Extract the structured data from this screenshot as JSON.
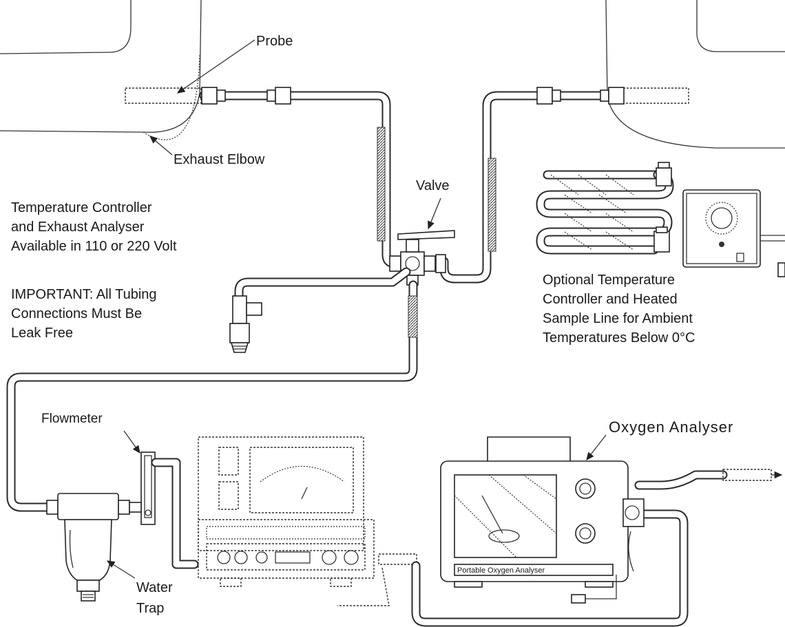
{
  "labels": {
    "probe": "Probe",
    "exhaust_elbow": "Exhaust Elbow",
    "valve": "Valve",
    "power_note": [
      "Temperature Controller",
      "and Exhaust Analyser",
      "Available in 110 or 220 Volt"
    ],
    "important_note": [
      "IMPORTANT: All Tubing",
      "Connections Must Be",
      "Leak Free"
    ],
    "optional_note": [
      "Optional Temperature",
      "Controller and Heated",
      "Sample Line for Ambient",
      "Temperatures Below 0°C"
    ],
    "flowmeter": "Flowmeter",
    "water_trap": [
      "Water",
      "Trap"
    ],
    "oxygen_analyser": "Oxygen Analyser",
    "analyser_panel": "Portable Oxygen Analyser"
  }
}
